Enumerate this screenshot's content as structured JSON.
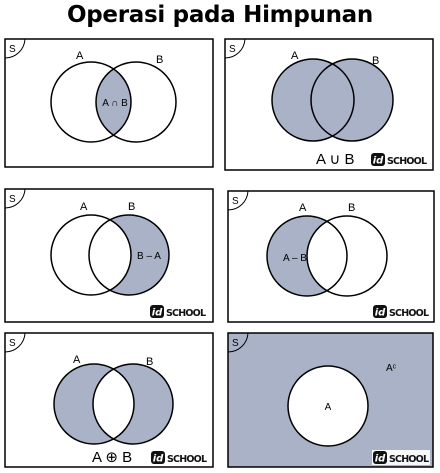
{
  "page": {
    "title": "Operasi pada Himpunan"
  },
  "colors": {
    "shade": "#aab2c8",
    "outline": "#000000",
    "background": "#ffffff",
    "logo_dark": "#111111"
  },
  "logo": {
    "id_text": "id",
    "school_text": "SCHOOL"
  },
  "panels": [
    {
      "universe_label": "S",
      "label_a": "A",
      "label_b": "B",
      "operation": "A ∩ B",
      "shading": "intersection"
    },
    {
      "universe_label": "S",
      "label_a": "A",
      "label_b": "B",
      "operation": "A ∪ B",
      "shading": "union"
    },
    {
      "universe_label": "S",
      "label_a": "A",
      "label_b": "B",
      "operation": "B – A",
      "shading": "b-minus-a"
    },
    {
      "universe_label": "S",
      "label_a": "A",
      "label_b": "B",
      "operation": "A – B",
      "shading": "a-minus-b"
    },
    {
      "universe_label": "S",
      "label_a": "A",
      "label_b": "B",
      "operation": "A ⊕ B",
      "shading": "symmetric-difference"
    },
    {
      "universe_label": "S",
      "label_a": "A",
      "complement_label": "Aᶜ",
      "shading": "complement"
    }
  ]
}
